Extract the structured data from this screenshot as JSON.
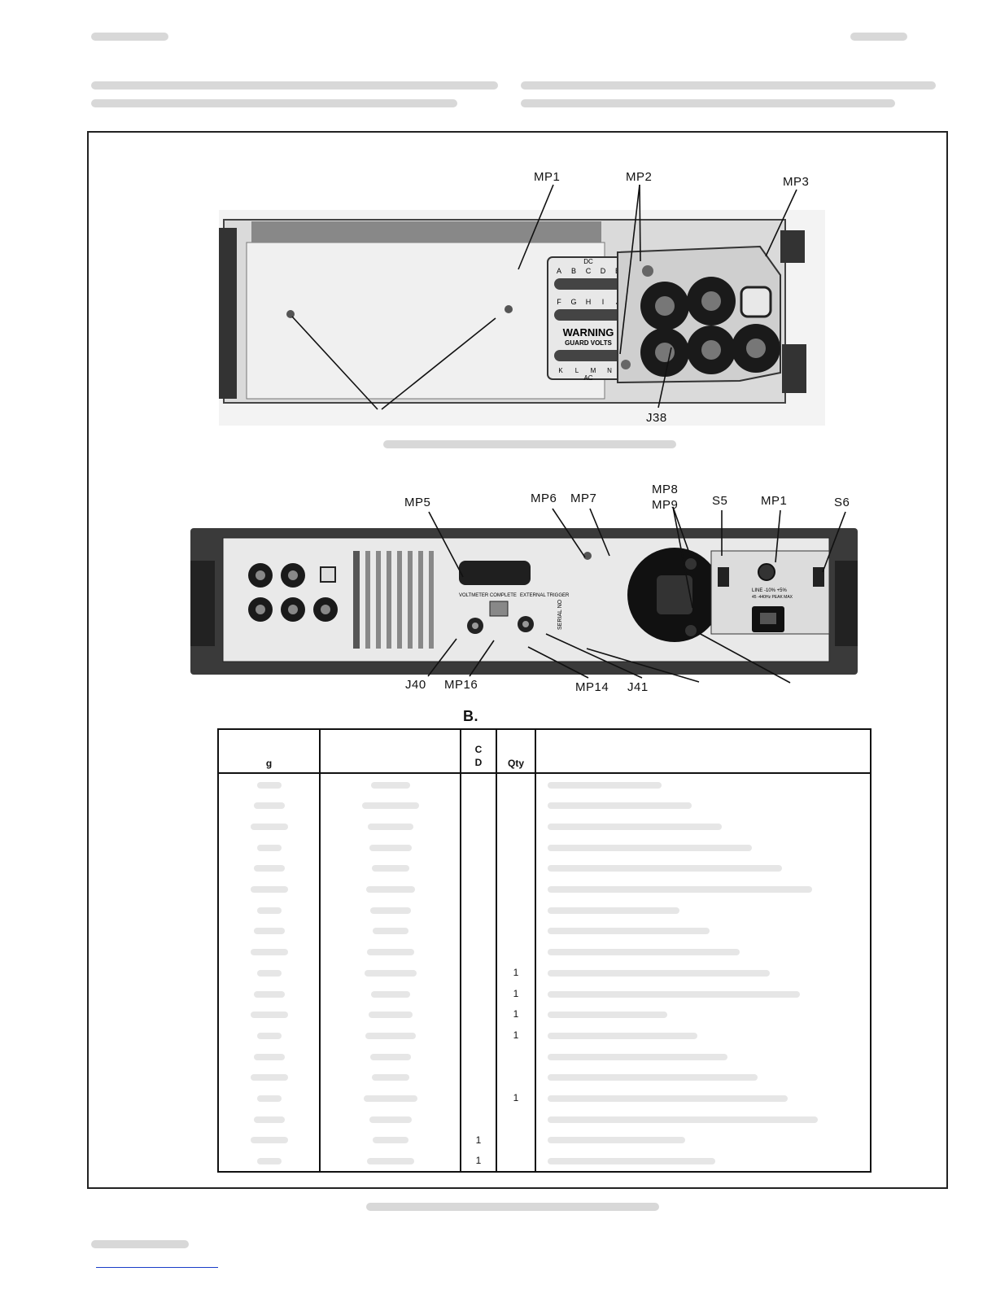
{
  "figure_a": {
    "callouts": [
      "MP1",
      "MP2",
      "MP3",
      "J38"
    ],
    "panel_text": {
      "dc": "DC",
      "row1_letters": [
        "A",
        "B",
        "C",
        "D",
        "E"
      ],
      "row2_letters": [
        "F",
        "G",
        "H",
        "I",
        "J"
      ],
      "warning": "WARNING",
      "guard_volts": "GUARD VOLTS",
      "row3_letters": [
        "K",
        "L",
        "M",
        "N"
      ],
      "ac": "AC"
    }
  },
  "figure_b": {
    "callouts_top": [
      "MP5",
      "MP6",
      "MP7",
      "MP8",
      "MP9",
      "S5",
      "MP1",
      "S6"
    ],
    "callouts_bottom": [
      "J40",
      "MP16",
      "MP14",
      "J41"
    ],
    "panel_text": {
      "voltmeter_complete": "VOLTMETER COMPLETE",
      "external_trigger": "EXTERNAL TRIGGER",
      "serial_no": "SERIAL NO",
      "line_spec": "LINE -10% +5%",
      "peak_max": "45 -440Hz PEAK MAX"
    },
    "label": "B."
  },
  "table": {
    "headers": {
      "col1": "g",
      "col3_top": "C",
      "col3_bottom": "D",
      "col4": "Qty"
    },
    "rows": [
      {
        "cd": "",
        "qty": ""
      },
      {
        "cd": "",
        "qty": ""
      },
      {
        "cd": "",
        "qty": ""
      },
      {
        "cd": "",
        "qty": ""
      },
      {
        "cd": "",
        "qty": ""
      },
      {
        "cd": "",
        "qty": ""
      },
      {
        "cd": "",
        "qty": ""
      },
      {
        "cd": "",
        "qty": ""
      },
      {
        "cd": "",
        "qty": ""
      },
      {
        "cd": "",
        "qty": "1"
      },
      {
        "cd": "",
        "qty": "1"
      },
      {
        "cd": "",
        "qty": "1"
      },
      {
        "cd": "",
        "qty": "1"
      },
      {
        "cd": "",
        "qty": ""
      },
      {
        "cd": "",
        "qty": ""
      },
      {
        "cd": "",
        "qty": "1"
      },
      {
        "cd": "",
        "qty": ""
      },
      {
        "cd": "1",
        "qty": ""
      },
      {
        "cd": "1",
        "qty": ""
      }
    ]
  }
}
